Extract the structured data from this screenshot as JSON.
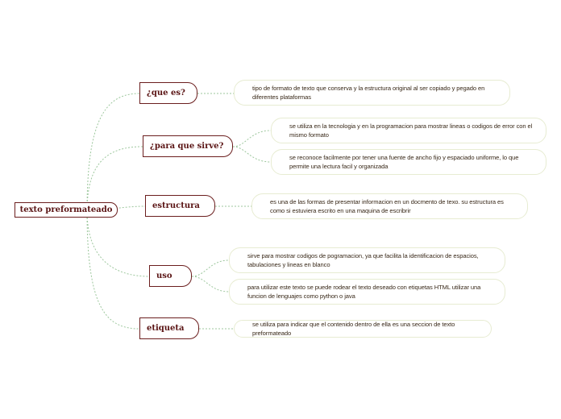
{
  "root": {
    "label": "texto preformateado"
  },
  "branches": [
    {
      "label": "¿que es?"
    },
    {
      "label": "¿para que sirve?"
    },
    {
      "label": "estructura"
    },
    {
      "label": "uso"
    },
    {
      "label": "etiqueta"
    }
  ],
  "leaves": [
    {
      "text": "tipo de formato de texto que conserva y la estructura original al ser copiado y pegado en diferentes plataformas"
    },
    {
      "text": "se utiliza en la tecnologia y en  la programacion para mostrar lineas o codigos de error con el mismo formato"
    },
    {
      "text": "se reconoce facilmente por tener una fuente de ancho fijo y espaciado uniforme, lo que permite una lectura facil y organizada"
    },
    {
      "text": "es una de las formas de presentar informacion en un docmento de texo. su estructura es como si estuviera escrito en una maquina de escribrir"
    },
    {
      "text": "sirve para mostrar codigos de pogramacion, ya que facilita la identificacion de espacios, tabulaciones y lineas en blanco"
    },
    {
      "text": "para utilizar este texto se puede rodear el texto deseado con etiquetas HTML  utilizar una funcion de lenguajes como python  o java"
    },
    {
      "text": "se utiliza para indicar que el contenido dentro de ella es una seccion de texto preformateado"
    }
  ]
}
